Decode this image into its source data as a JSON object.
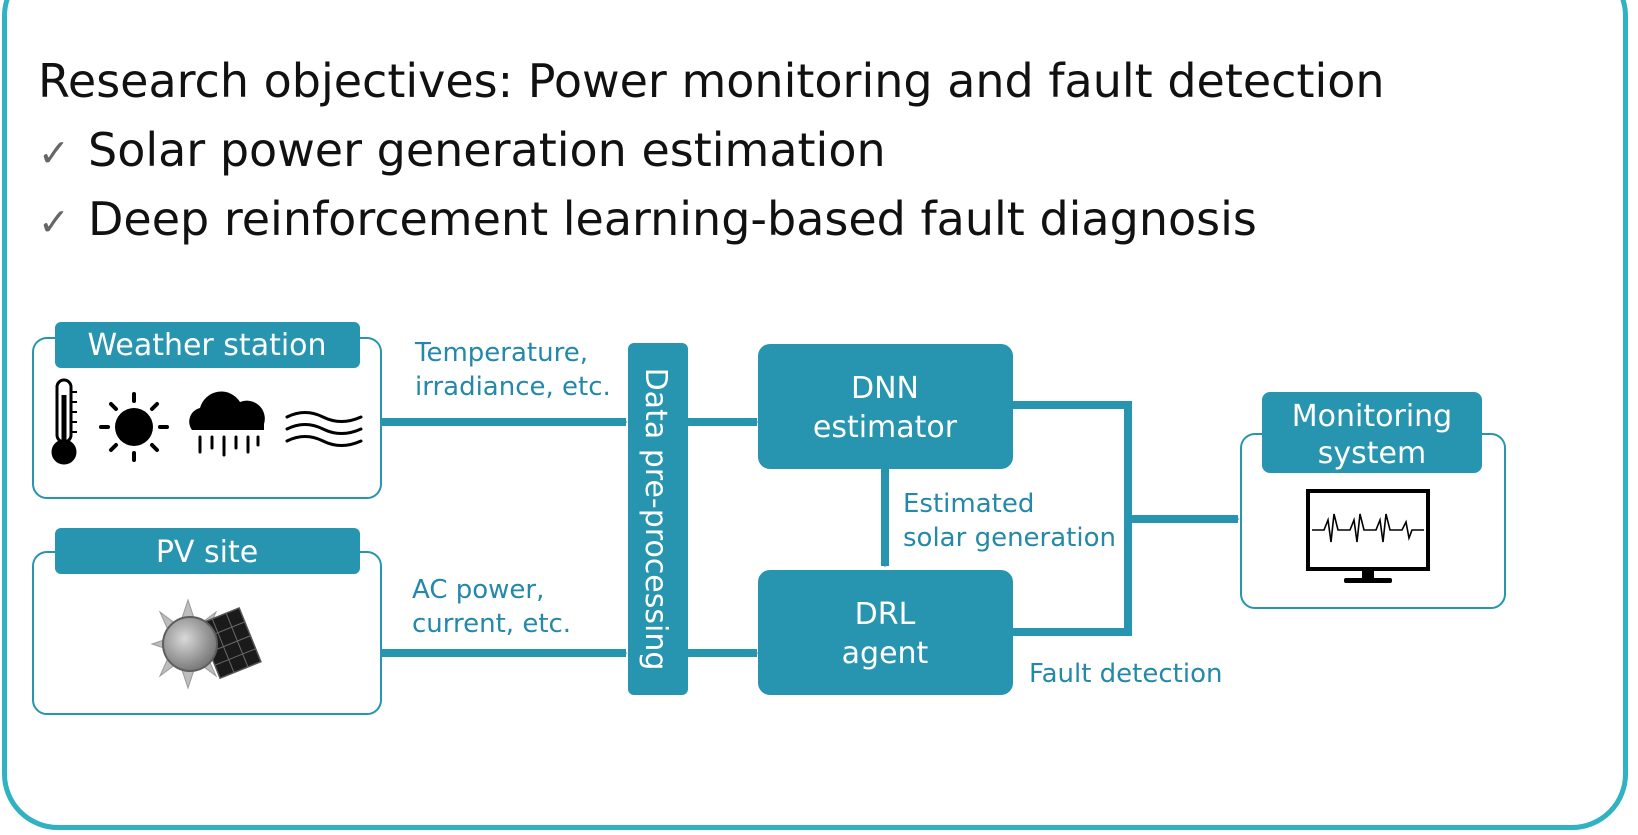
{
  "header": {
    "title_bold": "Research objectives",
    "title_rest": ": Power monitoring and fault detection",
    "objectives": [
      "Solar power generation estimation",
      "Deep reinforcement learning-based fault diagnosis"
    ],
    "check_glyph": "✓"
  },
  "diagram": {
    "weather_station": "Weather station",
    "weather_icons": [
      "thermometer-icon",
      "sun-icon",
      "rain-cloud-icon",
      "wind-icon"
    ],
    "pv_site": "PV site",
    "pv_icon": "solar-panel-sun-icon",
    "weather_signal": [
      "Temperature,",
      "irradiance, etc."
    ],
    "pv_signal": [
      "AC power,",
      "current, etc."
    ],
    "preprocessing": "Data pre-processing",
    "dnn": [
      "DNN",
      "estimator"
    ],
    "drl": [
      "DRL",
      "agent"
    ],
    "estimated": [
      "Estimated",
      "solar generation"
    ],
    "fault": "Fault detection",
    "monitoring": [
      "Monitoring",
      "system"
    ],
    "monitor_icon": "monitor-ecg-icon"
  },
  "colors": {
    "accent": "#2794b0",
    "frame": "#2fb2c2",
    "text_accent": "#2489a8"
  }
}
